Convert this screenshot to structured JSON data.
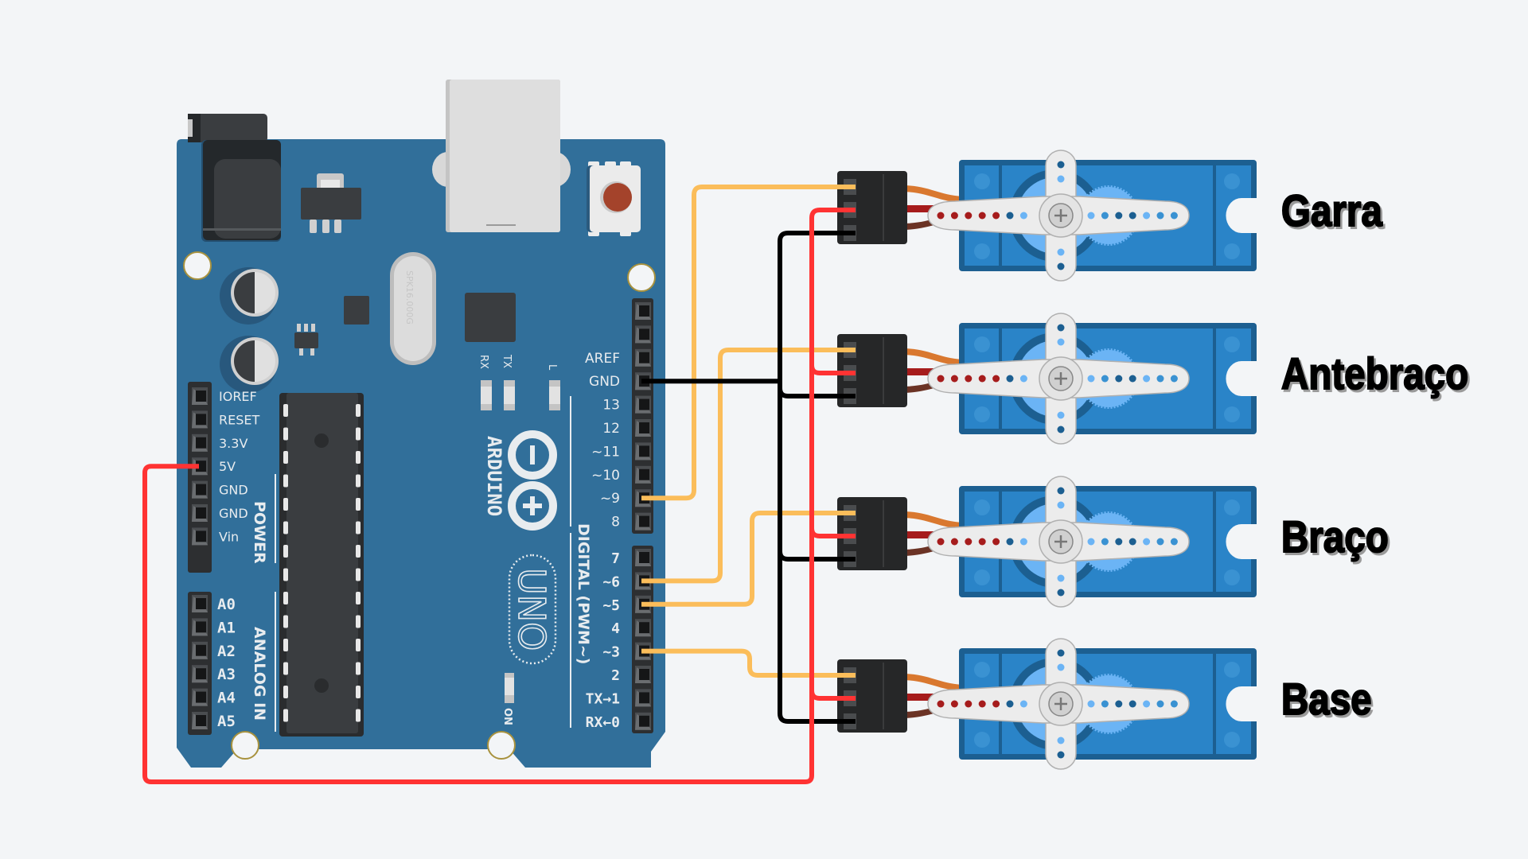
{
  "board": {
    "name": "Arduino Uno",
    "brand_text": "ARDUINO",
    "model_text": "UNO",
    "crystal_text": "SPK16.000G",
    "led_labels": {
      "rx": "RX",
      "tx": "TX",
      "l": "L",
      "on": "ON"
    },
    "power_header": {
      "group_label": "POWER",
      "pins": [
        "IOREF",
        "RESET",
        "3.3V",
        "5V",
        "GND",
        "GND",
        "Vin"
      ]
    },
    "analog_header": {
      "group_label": "ANALOG IN",
      "pins": [
        "A0",
        "A1",
        "A2",
        "A3",
        "A4",
        "A5"
      ]
    },
    "digital_header_upper": {
      "pins": [
        "AREF",
        "GND",
        "13",
        "12",
        "~11",
        "~10",
        "~9",
        "8"
      ]
    },
    "digital_header_lower": {
      "group_label": "DIGITAL (PWM~)",
      "pins": [
        "7",
        "~6",
        "~5",
        "4",
        "~3",
        "2",
        "TX→1",
        "RX←0"
      ]
    }
  },
  "servos": [
    {
      "label": "Garra",
      "signal_pin": "~9"
    },
    {
      "label": "Antebraço",
      "signal_pin": "~6"
    },
    {
      "label": "Braço",
      "signal_pin": "~5"
    },
    {
      "label": "Base",
      "signal_pin": "~3"
    }
  ],
  "wires": {
    "signal_color": "#fbbd5a",
    "power_color": "#ff3333",
    "ground_color": "#000000",
    "power_source_pin": "5V",
    "ground_source_pin": "GND"
  },
  "colors": {
    "background": "#f3f5f7",
    "pcb": "#316f9a",
    "servo_body": "#2a84c8",
    "servo_dark": "#1c5f91",
    "header": "#2d2f31"
  }
}
